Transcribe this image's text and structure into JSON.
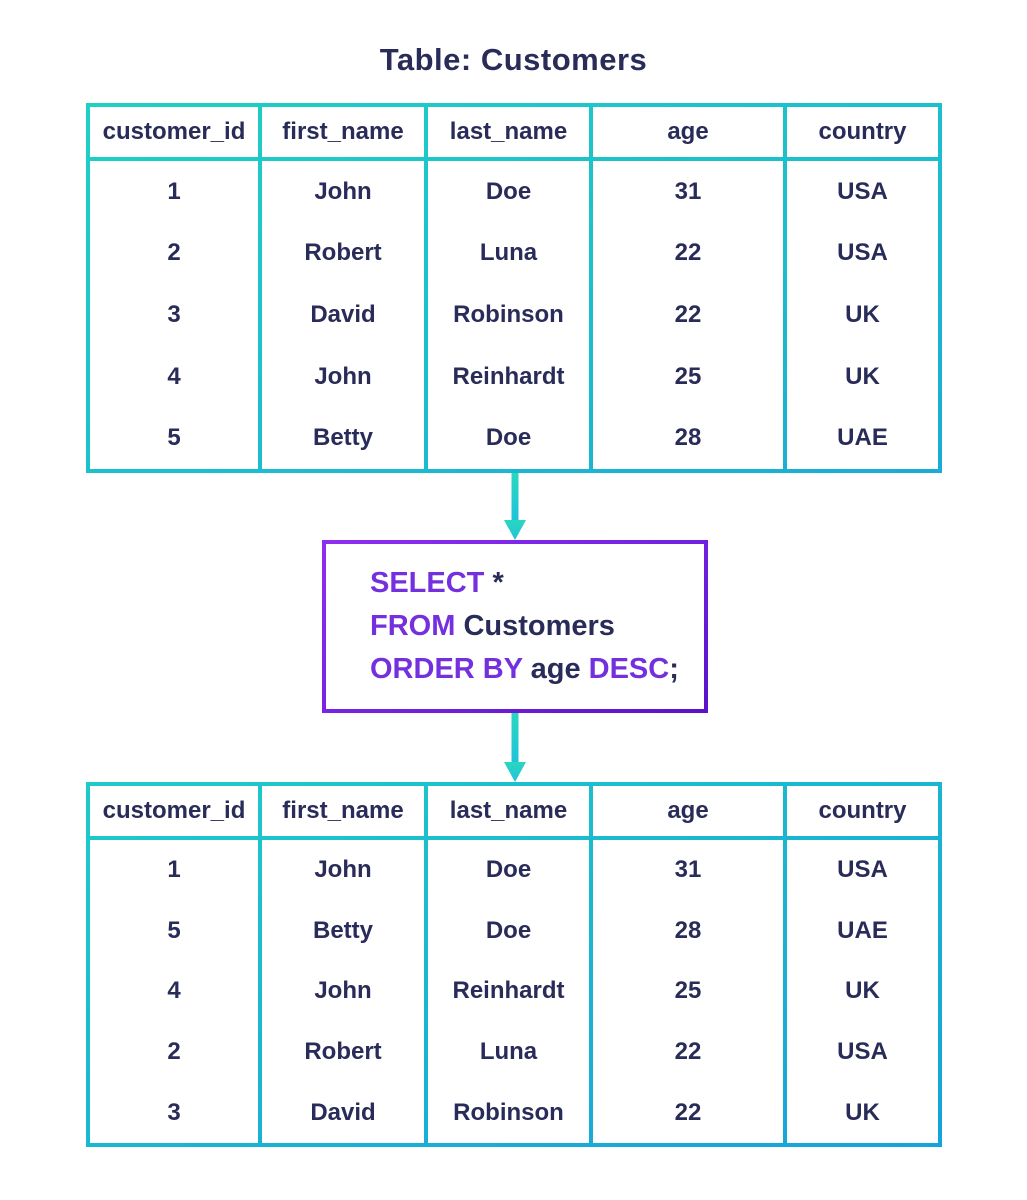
{
  "title": "Table: Customers",
  "colors": {
    "background": "#FFFFFF",
    "text_navy": "#292C58",
    "keyword_purple": "#7430DE",
    "table_border_teal": "#1FD0C4",
    "table_border_blue": "#15A3DB",
    "query_border_violet": "#8E2EF2",
    "query_border_purple": "#5B11C9",
    "arrow_teal": "#2AD7BE",
    "arrow_blue": "#1FC2DC"
  },
  "source_table": {
    "columns": [
      "customer_id",
      "first_name",
      "last_name",
      "age",
      "country"
    ],
    "rows": [
      [
        "1",
        "John",
        "Doe",
        "31",
        "USA"
      ],
      [
        "2",
        "Robert",
        "Luna",
        "22",
        "USA"
      ],
      [
        "3",
        "David",
        "Robinson",
        "22",
        "UK"
      ],
      [
        "4",
        "John",
        "Reinhardt",
        "25",
        "UK"
      ],
      [
        "5",
        "Betty",
        "Doe",
        "28",
        "UAE"
      ]
    ]
  },
  "query": {
    "text": "SELECT * FROM Customers ORDER BY age DESC;",
    "lines": [
      {
        "segments": [
          {
            "type": "keyword",
            "text": "SELECT "
          },
          {
            "type": "plain",
            "text": "*"
          }
        ]
      },
      {
        "segments": [
          {
            "type": "keyword",
            "text": "FROM "
          },
          {
            "type": "plain",
            "text": "Customers"
          }
        ]
      },
      {
        "segments": [
          {
            "type": "keyword",
            "text": "ORDER BY "
          },
          {
            "type": "plain",
            "text": "age "
          },
          {
            "type": "keyword",
            "text": "DESC"
          },
          {
            "type": "plain",
            "text": ";"
          }
        ]
      }
    ]
  },
  "result_table": {
    "columns": [
      "customer_id",
      "first_name",
      "last_name",
      "age",
      "country"
    ],
    "rows": [
      [
        "1",
        "John",
        "Doe",
        "31",
        "USA"
      ],
      [
        "5",
        "Betty",
        "Doe",
        "28",
        "UAE"
      ],
      [
        "4",
        "John",
        "Reinhardt",
        "25",
        "UK"
      ],
      [
        "2",
        "Robert",
        "Luna",
        "22",
        "USA"
      ],
      [
        "3",
        "David",
        "Robinson",
        "22",
        "UK"
      ]
    ]
  }
}
